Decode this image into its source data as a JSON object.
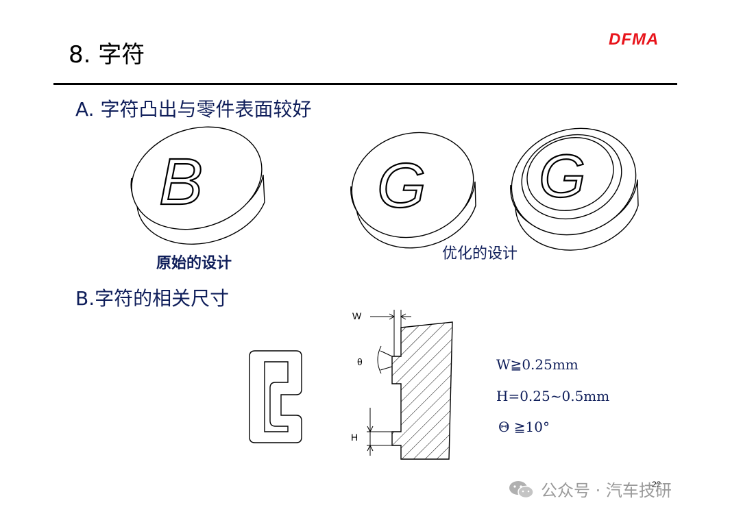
{
  "title": "8. 字符",
  "logo": "DFMA",
  "section_a": "A. 字符凸出与零件表面较好",
  "caption_original": "原始的设计",
  "caption_optimized": "优化的设计",
  "section_b": "B.字符的相关尺寸",
  "dims": {
    "w_label": "W",
    "theta_label": "θ",
    "h_label": "H"
  },
  "formulas": {
    "w": "W≧0.25mm",
    "h": "H=0.25~0.5mm",
    "theta": "Θ ≧10°"
  },
  "letters": {
    "left": "B",
    "middle": "G",
    "right": "G"
  },
  "page_number": "22",
  "watermark": "公众号 · 汽车技研"
}
